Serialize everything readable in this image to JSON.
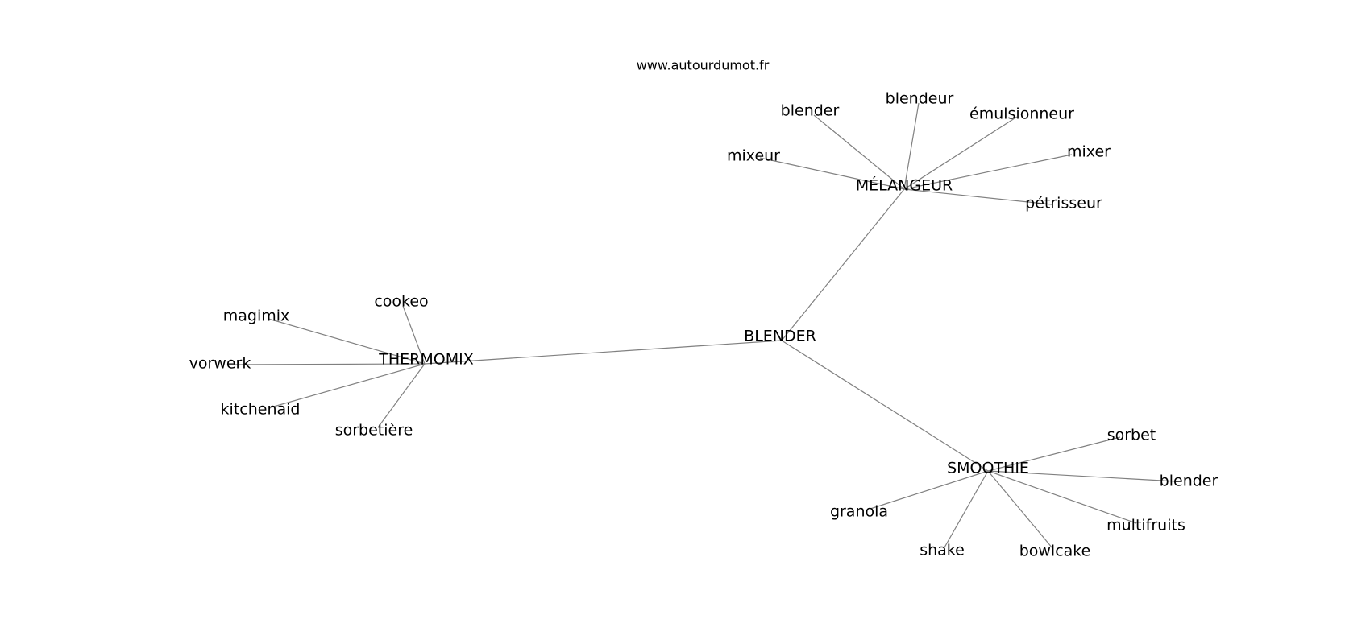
{
  "source_label": "www.autourdumot.fr",
  "graph": {
    "nodes": [
      {
        "id": "blender_root",
        "label": "BLENDER"
      },
      {
        "id": "melangeur",
        "label": "MÉLANGEUR"
      },
      {
        "id": "thermomix",
        "label": "THERMOMIX"
      },
      {
        "id": "smoothie",
        "label": "SMOOTHIE"
      },
      {
        "id": "m_blender",
        "label": "blender"
      },
      {
        "id": "m_blendeur",
        "label": "blendeur"
      },
      {
        "id": "m_emulsionneur",
        "label": "émulsionneur"
      },
      {
        "id": "m_mixeur",
        "label": "mixeur"
      },
      {
        "id": "m_mixer",
        "label": "mixer"
      },
      {
        "id": "m_petrisseur",
        "label": "pétrisseur"
      },
      {
        "id": "t_cookeo",
        "label": "cookeo"
      },
      {
        "id": "t_magimix",
        "label": "magimix"
      },
      {
        "id": "t_vorwerk",
        "label": "vorwerk"
      },
      {
        "id": "t_kitchenaid",
        "label": "kitchenaid"
      },
      {
        "id": "t_sorbetiere",
        "label": "sorbetière"
      },
      {
        "id": "s_sorbet",
        "label": "sorbet"
      },
      {
        "id": "s_blender",
        "label": "blender"
      },
      {
        "id": "s_multifruits",
        "label": "multifruits"
      },
      {
        "id": "s_bowlcake",
        "label": "bowlcake"
      },
      {
        "id": "s_shake",
        "label": "shake"
      },
      {
        "id": "s_granola",
        "label": "granola"
      }
    ],
    "edges": [
      [
        "blender_root",
        "melangeur"
      ],
      [
        "blender_root",
        "thermomix"
      ],
      [
        "blender_root",
        "smoothie"
      ],
      [
        "melangeur",
        "m_blender"
      ],
      [
        "melangeur",
        "m_blendeur"
      ],
      [
        "melangeur",
        "m_emulsionneur"
      ],
      [
        "melangeur",
        "m_mixeur"
      ],
      [
        "melangeur",
        "m_mixer"
      ],
      [
        "melangeur",
        "m_petrisseur"
      ],
      [
        "thermomix",
        "t_cookeo"
      ],
      [
        "thermomix",
        "t_magimix"
      ],
      [
        "thermomix",
        "t_vorwerk"
      ],
      [
        "thermomix",
        "t_kitchenaid"
      ],
      [
        "thermomix",
        "t_sorbetiere"
      ],
      [
        "smoothie",
        "s_sorbet"
      ],
      [
        "smoothie",
        "s_blender"
      ],
      [
        "smoothie",
        "s_multifruits"
      ],
      [
        "smoothie",
        "s_bowlcake"
      ],
      [
        "smoothie",
        "s_shake"
      ],
      [
        "smoothie",
        "s_granola"
      ]
    ]
  }
}
